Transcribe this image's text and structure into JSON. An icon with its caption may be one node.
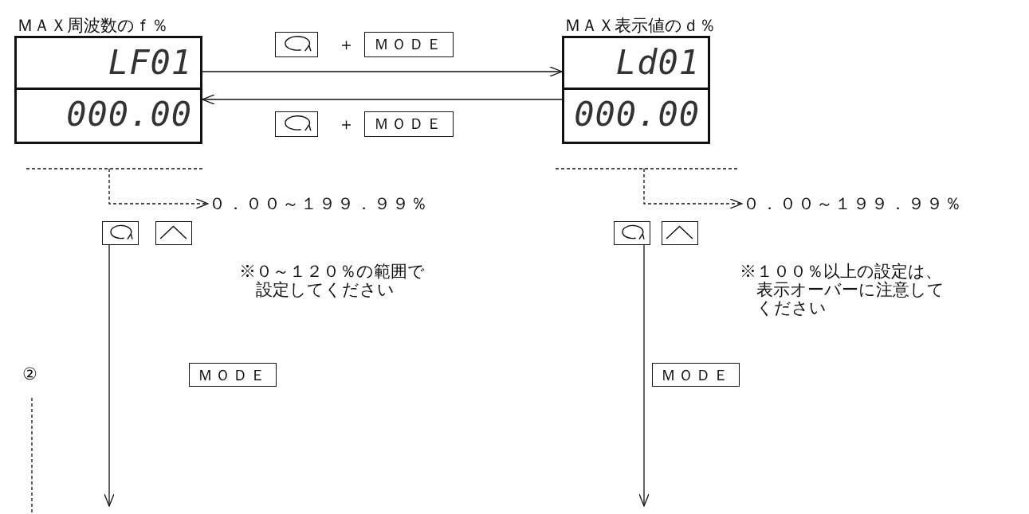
{
  "diagram": {
    "nodes": [
      {
        "text": [
          "ＭＡＸ周波数のｆ％",
          "LF01",
          "000.00"
        ]
      },
      {
        "text": [
          "ＭＡＸ表示値のｄ％",
          "Ld01",
          "000.00"
        ]
      },
      {
        "text": [],
        "shape": "box"
      },
      {
        "text": [
          "ＭＯＤＥ"
        ]
      },
      {
        "text": [],
        "shape": "box"
      },
      {
        "text": [
          "ＭＯＤＥ"
        ]
      },
      {
        "text": [
          "０．００～１９９．９９％"
        ]
      },
      {
        "text": [
          "０．００～１９９．９９％"
        ]
      },
      {
        "text": [],
        "shape": "box"
      },
      {
        "text": [],
        "shape": "box"
      },
      {
        "text": [],
        "shape": "box"
      },
      {
        "text": [],
        "shape": "box"
      },
      {
        "text": [
          "ＭＯＤＥ"
        ]
      },
      {
        "text": [
          "ＭＯＤＥ"
        ]
      }
    ],
    "edges": [
      {
        "from": 0,
        "to": 1,
        "arrow": "to"
      },
      {
        "from": 1,
        "to": 0,
        "arrow": "to"
      },
      {
        "from": null,
        "to": 6,
        "arrow": "to",
        "style": "dashed"
      },
      {
        "from": null,
        "to": 7,
        "arrow": "to",
        "style": "dashed"
      },
      {
        "from": 8,
        "to": null,
        "arrow": "to"
      },
      {
        "from": 10,
        "to": null,
        "arrow": "to"
      }
    ],
    "labels": [
      "＋",
      "＋",
      "※０～１２０％の範囲で設定してください",
      "※１００％以上の設定は、表示オーバーに注意してください",
      "②"
    ]
  }
}
